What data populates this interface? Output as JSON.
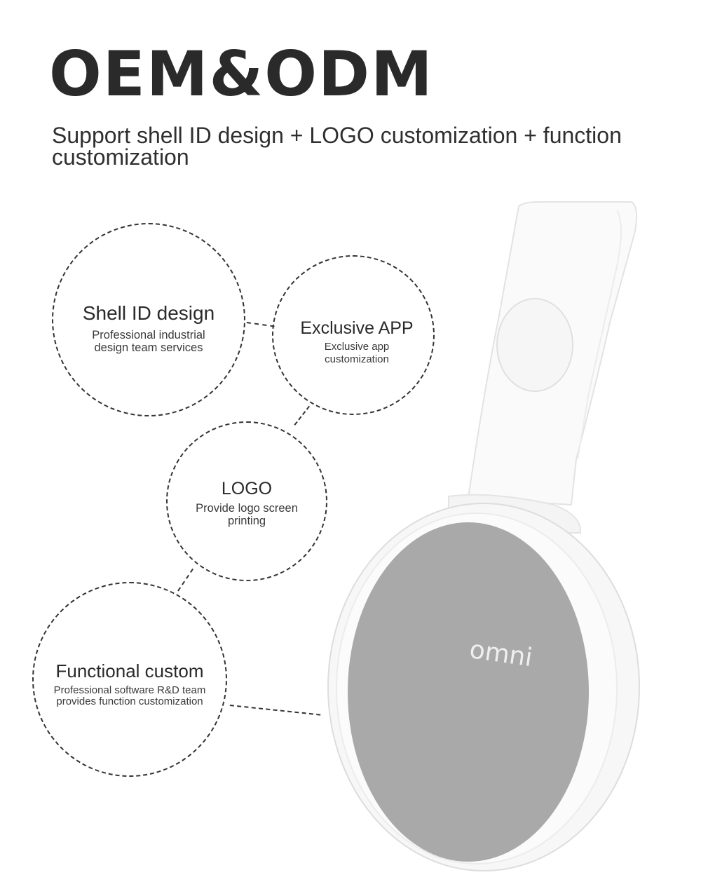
{
  "header": {
    "title": "OEM&ODM",
    "subtitle": "Support shell ID design + LOGO customization + function customization"
  },
  "features": [
    {
      "title": "Shell ID design",
      "description": "Professional industrial\ndesign team services"
    },
    {
      "title": "Exclusive APP",
      "description": "Exclusive app\ncustomization"
    },
    {
      "title": "LOGO",
      "description": "Provide logo screen\nprinting"
    },
    {
      "title": "Functional custom",
      "description": "Professional software R&D team\nprovides function customization"
    }
  ],
  "product": {
    "logo_text": "omni",
    "colors": {
      "shell": "#f7f7f7",
      "face": "#a9a9a9",
      "outline": "#dddddd"
    }
  }
}
